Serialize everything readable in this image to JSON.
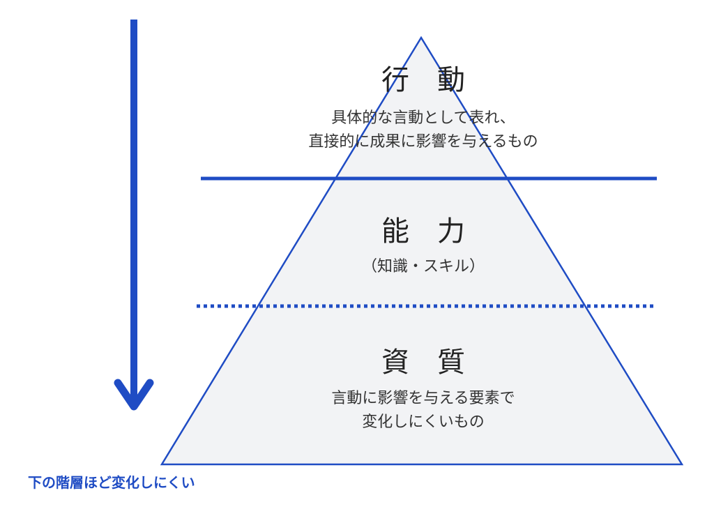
{
  "colors": {
    "accent": "#1f4cc4",
    "pyramid_fill": "#f2f3f5",
    "text": "#222222"
  },
  "layers": [
    {
      "title": "行　動",
      "description": [
        "具体的な言動として表れ、",
        "直接的に成果に影響を与えるもの"
      ]
    },
    {
      "title": "能　力",
      "description": [
        "（知識・スキル）"
      ]
    },
    {
      "title": "資　質",
      "description": [
        "言動に影響を与える要素で",
        "変化しにくいもの"
      ]
    }
  ],
  "caption": "下の階層ほど変化しにくい",
  "icons": {
    "arrow": "arrow-down-icon"
  }
}
